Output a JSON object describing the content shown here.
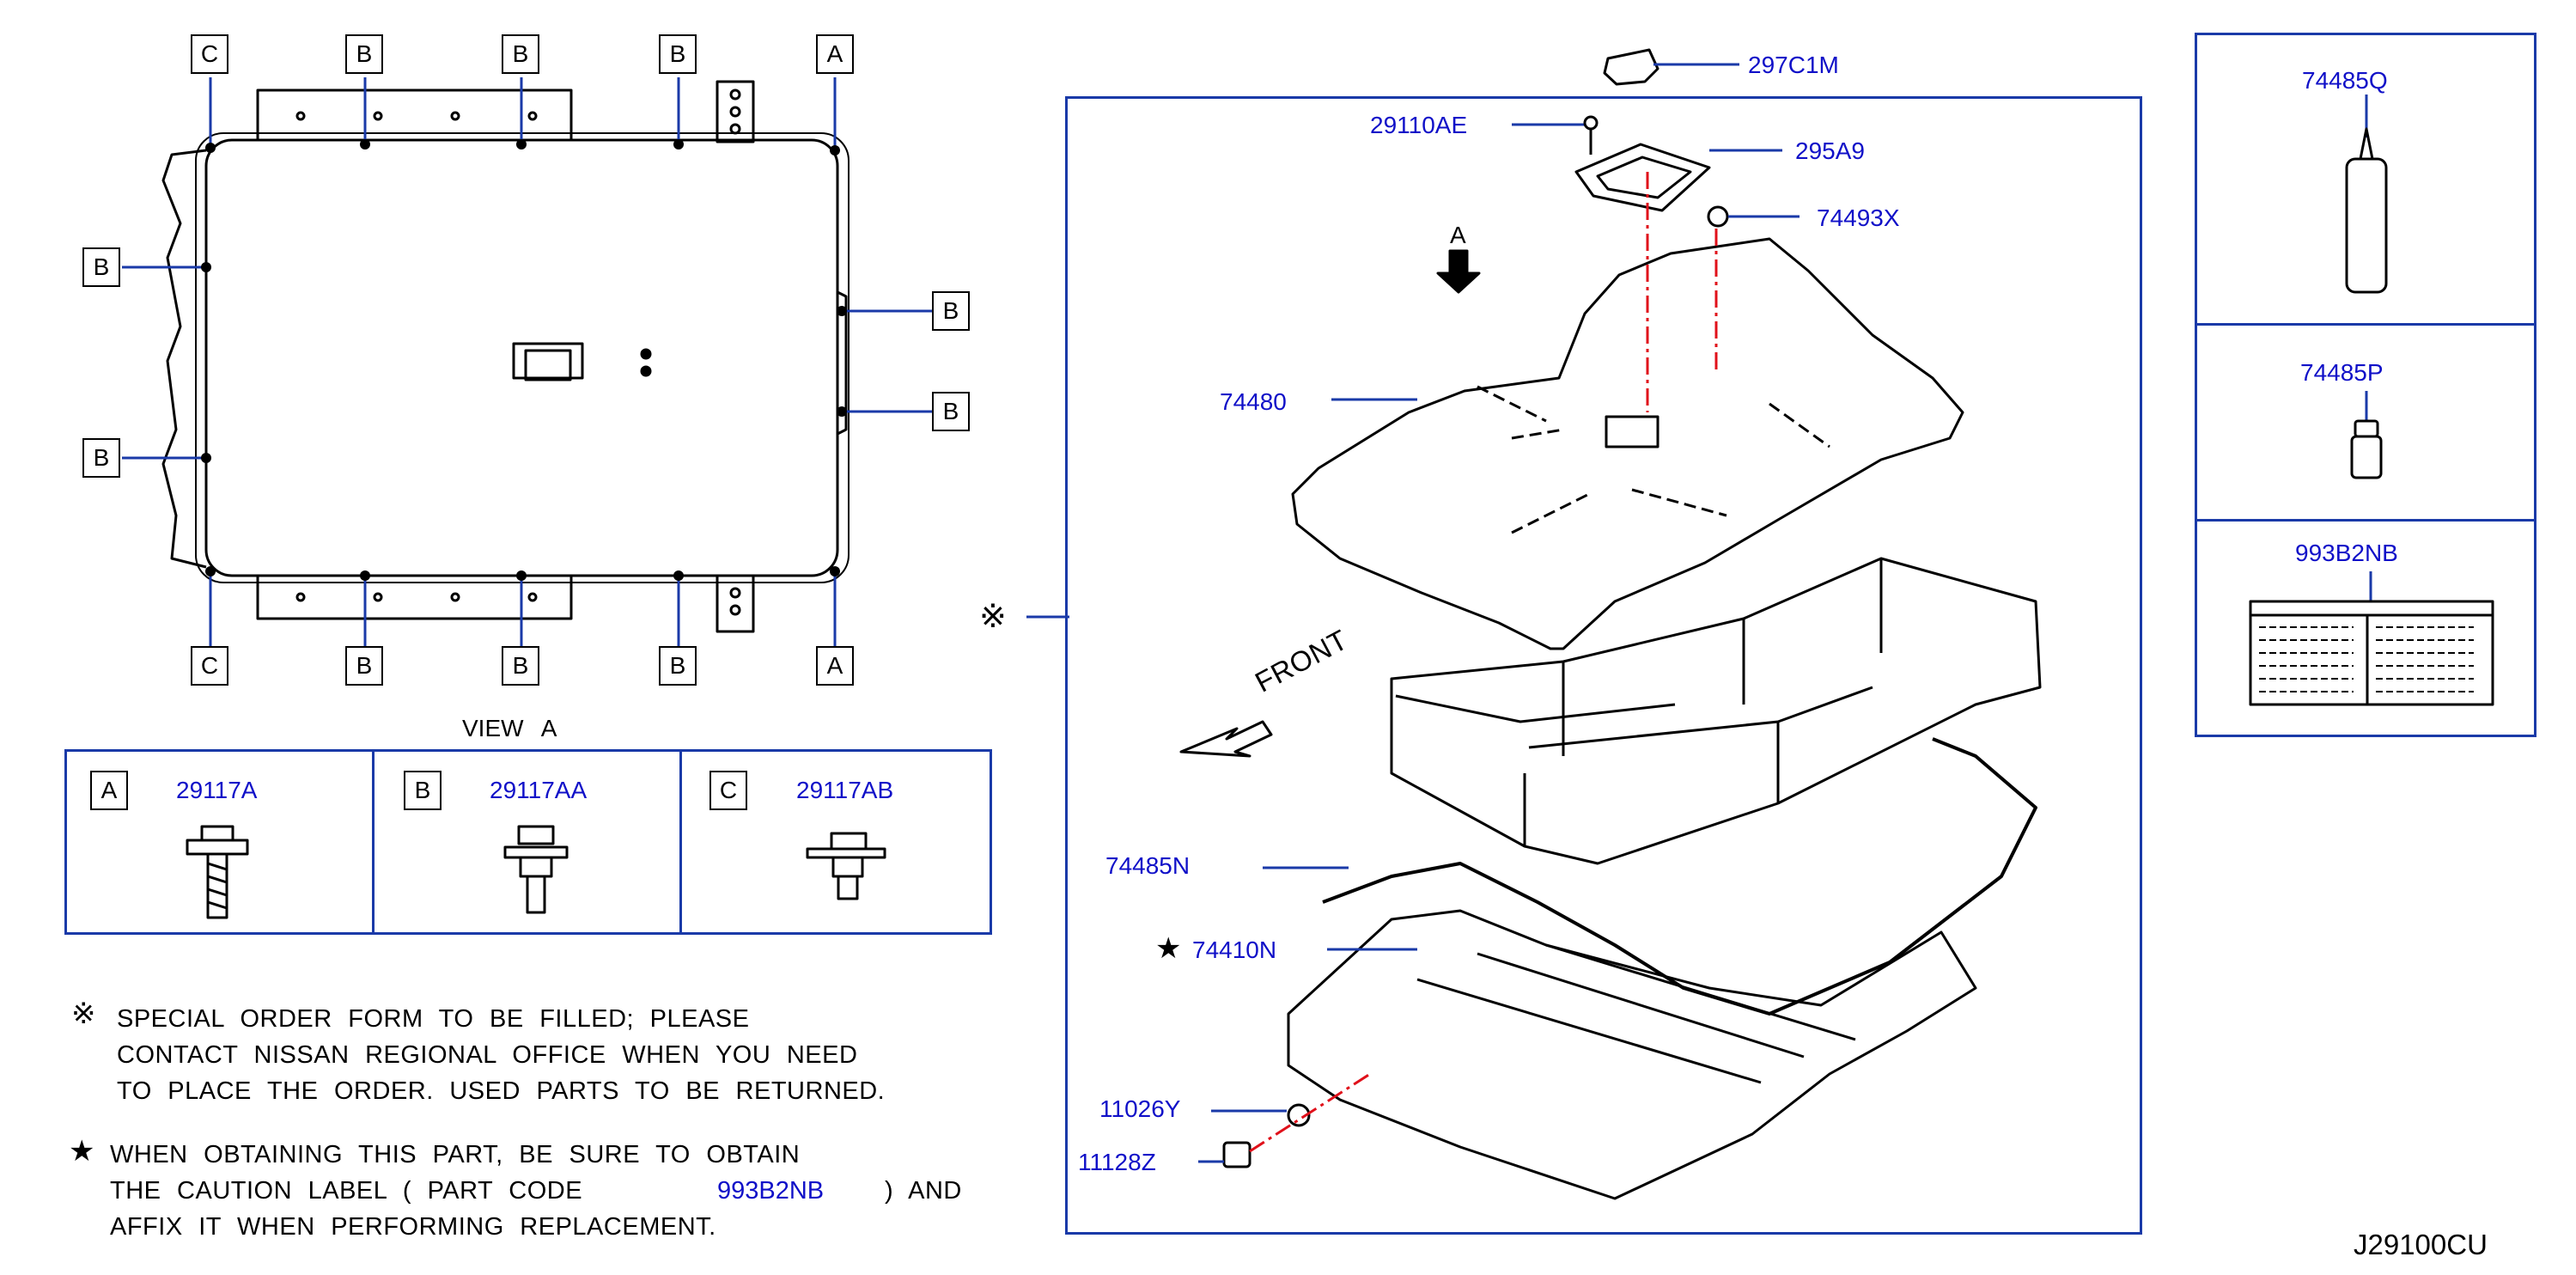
{
  "view_a": {
    "label": "VIEW  A",
    "callouts_top": [
      "C",
      "B",
      "B",
      "B",
      "A"
    ],
    "callouts_bottom": [
      "C",
      "B",
      "B",
      "B",
      "A"
    ],
    "callouts_left": [
      "B",
      "B"
    ],
    "callouts_right": [
      "B",
      "B"
    ]
  },
  "legend": [
    {
      "letter": "A",
      "part": "29117A"
    },
    {
      "letter": "B",
      "part": "29117AA"
    },
    {
      "letter": "C",
      "part": "29117AB"
    }
  ],
  "notes": {
    "special_order_symbol": "※",
    "special_order_lines": [
      "SPECIAL  ORDER  FORM  TO  BE  FILLED;  PLEASE",
      "CONTACT  NISSAN  REGIONAL  OFFICE  WHEN  YOU  NEED",
      "TO  PLACE  THE  ORDER.  USED  PARTS  TO  BE  RETURNED."
    ],
    "star_symbol": "★",
    "star_line1": "WHEN  OBTAINING  THIS  PART,  BE  SURE  TO  OBTAIN",
    "star_line2_pre": "THE  CAUTION  LABEL  (  PART  CODE",
    "star_line2_code": "993B2NB",
    "star_line2_post": ")  AND",
    "star_line3": "AFFIX  IT  WHEN  PERFORMING  REPLACEMENT."
  },
  "main_parts": {
    "p297C1M": "297C1M",
    "p29110AE": "29110AE",
    "p295A9": "295A9",
    "p74493X": "74493X",
    "arrow_label": "A",
    "p74480": "74480",
    "front_label": "FRONT",
    "p74485N": "74485N",
    "p74410N": "74410N",
    "star": "★",
    "p11026Y": "11026Y",
    "p11128Z": "11128Z",
    "frame_marker": "※"
  },
  "right_panel": {
    "p74485Q": "74485Q",
    "p74485P": "74485P",
    "p993B2NB": "993B2NB"
  },
  "diagram_code": "J29100CU",
  "colors": {
    "part_number": "#1010c8",
    "frame": "#1a3aa8",
    "leader_red": "#e0101a"
  }
}
